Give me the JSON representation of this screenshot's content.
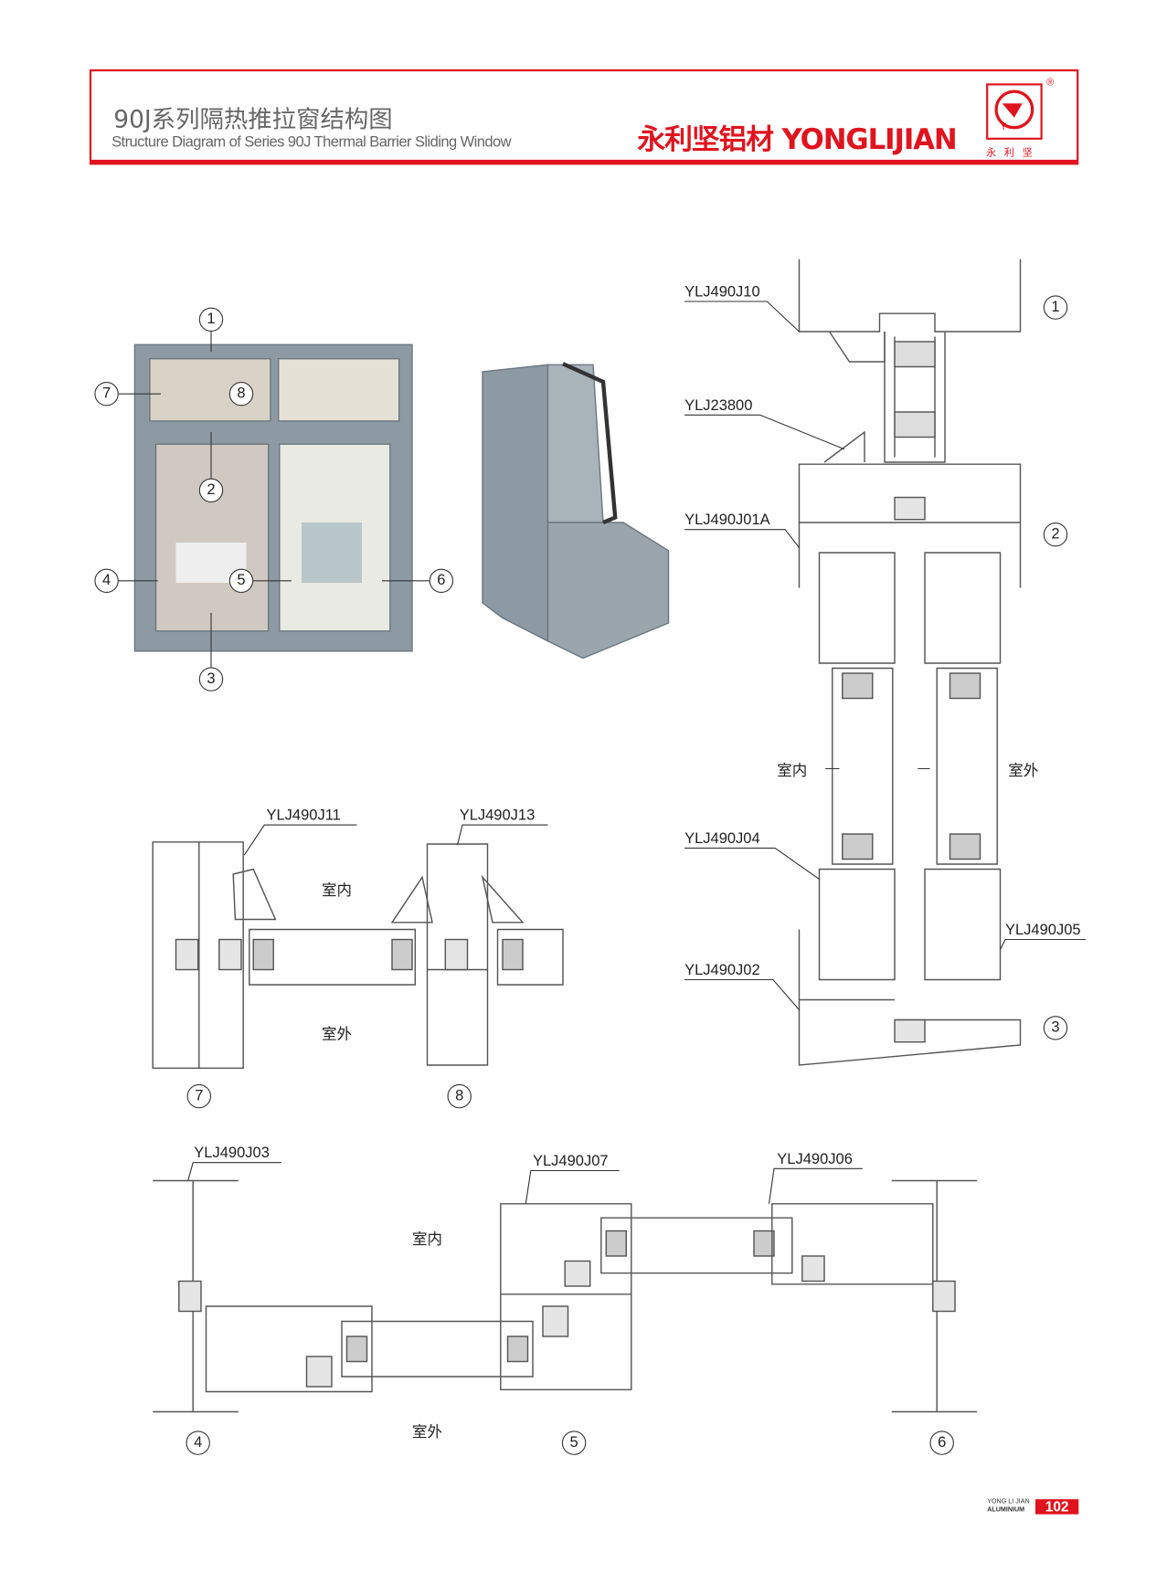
{
  "header": {
    "title_cn": "90J系列隔热推拉窗结构图",
    "title_en": "Structure Diagram of Series 90J Thermal Barrier Sliding Window",
    "brand": "永利坚铝材 YONGLIJIAN",
    "logo_text": "永利坚",
    "registered": "®"
  },
  "window_view": {
    "markers": [
      "1",
      "7",
      "8",
      "2",
      "4",
      "5",
      "6",
      "3"
    ]
  },
  "right_section": {
    "labels": [
      "YLJ490J10",
      "YLJ23800",
      "YLJ490J01A",
      "YLJ490J04",
      "YLJ490J05",
      "YLJ490J02"
    ],
    "indoor": "室内",
    "outdoor": "室外",
    "markers": [
      "1",
      "2",
      "3"
    ]
  },
  "left_section": {
    "labels": [
      "YLJ490J11",
      "YLJ490J13"
    ],
    "indoor": "室内",
    "outdoor": "室外",
    "markers": [
      "7",
      "8"
    ]
  },
  "bottom_section": {
    "labels": [
      "YLJ490J03",
      "YLJ490J07",
      "YLJ490J06"
    ],
    "indoor": "室内",
    "outdoor": "室外",
    "markers": [
      "4",
      "5",
      "6"
    ]
  },
  "footer": {
    "brand_line1": "YONG LI JIAN",
    "brand_line2": "ALUMINIUM",
    "page": "102"
  },
  "colors": {
    "accent": "#e0141e",
    "frame": "#8e9aa3",
    "line": "#555555"
  }
}
